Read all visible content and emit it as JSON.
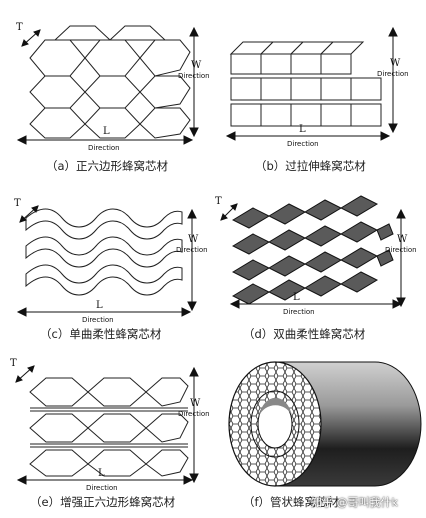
{
  "labels": {
    "thickness": "T",
    "width": "W",
    "width_direction": "Direction",
    "length": "L",
    "length_direction": "Direction"
  },
  "captions": {
    "a": "（a）正六边形蜂窝芯材",
    "b": "（b）过拉伸蜂窝芯材",
    "c": "（c）单曲柔性蜂窝芯材",
    "d": "（d）双曲柔性蜂窝芯材",
    "e": "（e）增强正六边形蜂窝芯材",
    "f": "（f）管状蜂窝芯材"
  },
  "watermark": "知乎 @哥叫我什k",
  "colors": {
    "line": "#222222",
    "dark_fill": "#555555",
    "tube_mid": "#9a9a9a"
  }
}
